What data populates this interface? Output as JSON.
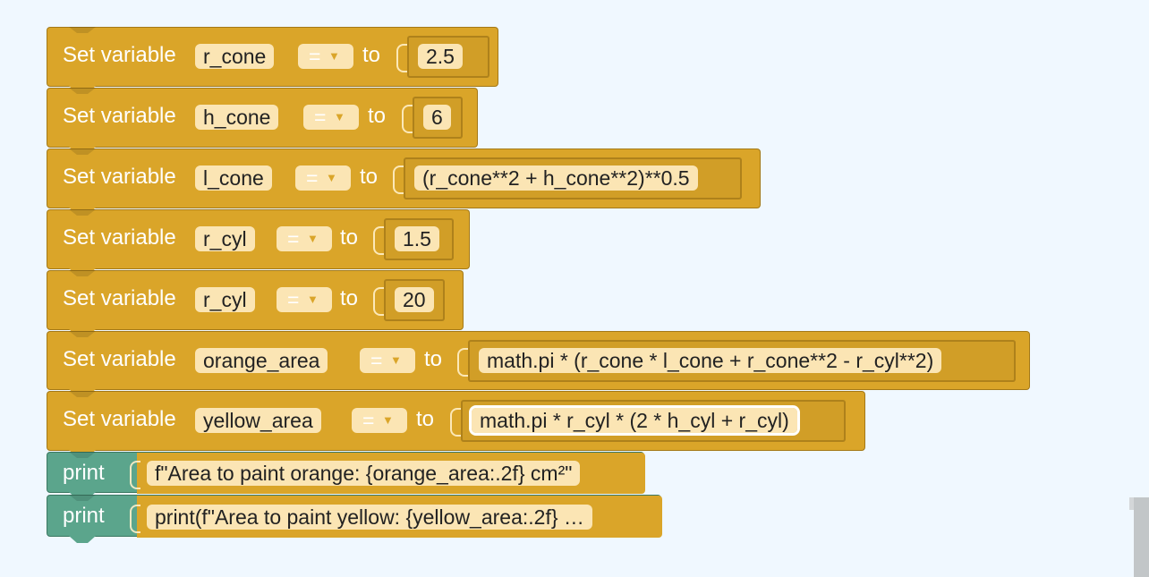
{
  "blocks": [
    {
      "keyword": "Set variable",
      "var": "r_cone",
      "op": "=",
      "to": "to",
      "value": "2.5"
    },
    {
      "keyword": "Set variable",
      "var": "h_cone",
      "op": "=",
      "to": "to",
      "value": "6"
    },
    {
      "keyword": "Set variable",
      "var": "l_cone",
      "op": "=",
      "to": "to",
      "value": "(r_cone**2 + h_cone**2)**0.5"
    },
    {
      "keyword": "Set variable",
      "var": "r_cyl",
      "op": "=",
      "to": "to",
      "value": "1.5"
    },
    {
      "keyword": "Set variable",
      "var": "r_cyl",
      "op": "=",
      "to": "to",
      "value": "20"
    },
    {
      "keyword": "Set variable",
      "var": "orange_area",
      "op": "=",
      "to": "to",
      "value": "math.pi * (r_cone * l_cone + r_cone**2 - r_cyl**2)"
    },
    {
      "keyword": "Set variable",
      "var": "yellow_area",
      "op": "=",
      "to": "to",
      "value": "math.pi * r_cyl * (2 * h_cyl + r_cyl)"
    }
  ],
  "prints": [
    {
      "keyword": "print",
      "value": "f\"Area to paint orange: {orange_area:.2f} cm²\""
    },
    {
      "keyword": "print",
      "value": "print(f\"Area to paint yellow: {yellow_area:.2f} …"
    }
  ],
  "dropdown_arrow": "▼",
  "colors": {
    "variable_block": "#daa529",
    "print_block": "#5ba58c",
    "field": "#fbe5b4",
    "background": "#f0f8ff"
  }
}
